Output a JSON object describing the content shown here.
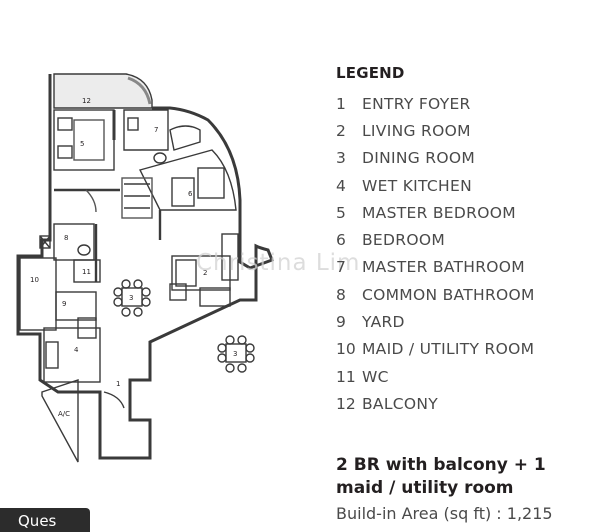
{
  "legend": {
    "title": "LEGEND",
    "items": [
      {
        "num": "1",
        "label": "ENTRY FOYER"
      },
      {
        "num": "2",
        "label": "LIVING ROOM"
      },
      {
        "num": "3",
        "label": "DINING ROOM"
      },
      {
        "num": "4",
        "label": "WET KITCHEN"
      },
      {
        "num": "5",
        "label": "MASTER BEDROOM"
      },
      {
        "num": "6",
        "label": "BEDROOM"
      },
      {
        "num": "7",
        "label": "MASTER BATHROOM"
      },
      {
        "num": "8",
        "label": "COMMON BATHROOM"
      },
      {
        "num": "9",
        "label": "YARD"
      },
      {
        "num": "10",
        "label": "MAID / UTILITY ROOM"
      },
      {
        "num": "11",
        "label": "WC"
      },
      {
        "num": "12",
        "label": "BALCONY"
      }
    ]
  },
  "unit_type": "2 BR with balcony + 1 maid / utility room",
  "area_text": "Build-in Area (sq ft) : 1,215",
  "watermark": "Christina Lim",
  "corner_tab": "Ques",
  "plan": {
    "room_labels": {
      "r1": "1",
      "r2": "2",
      "r3a": "3",
      "r3b": "3",
      "r4": "4",
      "r5": "5",
      "r6": "6",
      "r7": "7",
      "r8": "8",
      "r9": "9",
      "r10": "10",
      "r11": "11",
      "r12": "12",
      "ac": "A/C"
    }
  }
}
